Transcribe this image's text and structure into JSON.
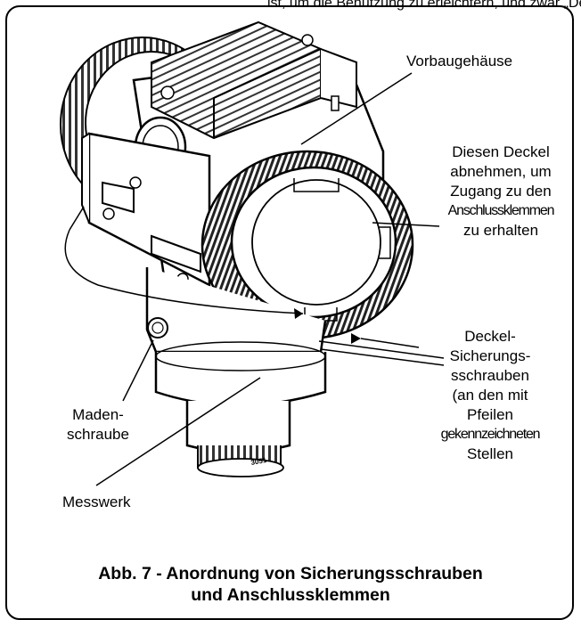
{
  "top_text": "ist, um die Benutzung zu erleichtern, und zwar „Deckel-Sicherungsschraube“.",
  "labels": {
    "vorbaugehaeuse": "Vorbaugehäuse",
    "deckel_line1": "Diesen Deckel",
    "deckel_line2": "abnehmen, um",
    "deckel_line3": "Zugang zu den",
    "deckel_line4": "Anschlussklemmen",
    "deckel_line5": "zu erhalten",
    "maden_line1": "Maden-",
    "maden_line2": "schraube",
    "messwerk": "Messwerk",
    "sich_line1": "Deckel-",
    "sich_line2": "Sicherungs-",
    "sich_line3": "sschrauben",
    "sich_line4": "(an den mit",
    "sich_line5": "Pfeilen",
    "sich_line6": "gekennzeichneten",
    "sich_line7": "Stellen"
  },
  "device_plate_text": "3051",
  "caption": {
    "line1": "Abb. 7 - Anordnung von Sicherungsschrauben",
    "line2": "und Anschlussklemmen"
  }
}
